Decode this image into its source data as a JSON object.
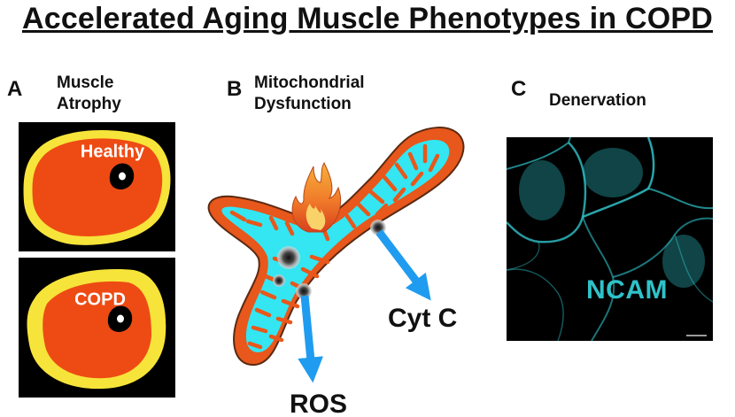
{
  "title": "Accelerated Aging Muscle Phenotypes in COPD",
  "panels": {
    "a": {
      "letter": "A",
      "heading_line1": "Muscle",
      "heading_line2": "Atrophy",
      "healthy_label": "Healthy",
      "copd_label": "COPD"
    },
    "b": {
      "letter": "B",
      "heading_line1": "Mitochondrial",
      "heading_line2": "Dysfunction",
      "ros_label": "ROS",
      "cytc_label": "Cyt C"
    },
    "c": {
      "letter": "C",
      "heading": "Denervation",
      "stain_label": "NCAM"
    }
  },
  "colors": {
    "muscle_orange": "#ee4b14",
    "fat_yellow": "#f7e43a",
    "mito_cyan": "#33e6f2",
    "mito_orange": "#e8571b",
    "arrow_blue": "#1f9cf0",
    "ncam_teal": "#2fc2c9"
  }
}
